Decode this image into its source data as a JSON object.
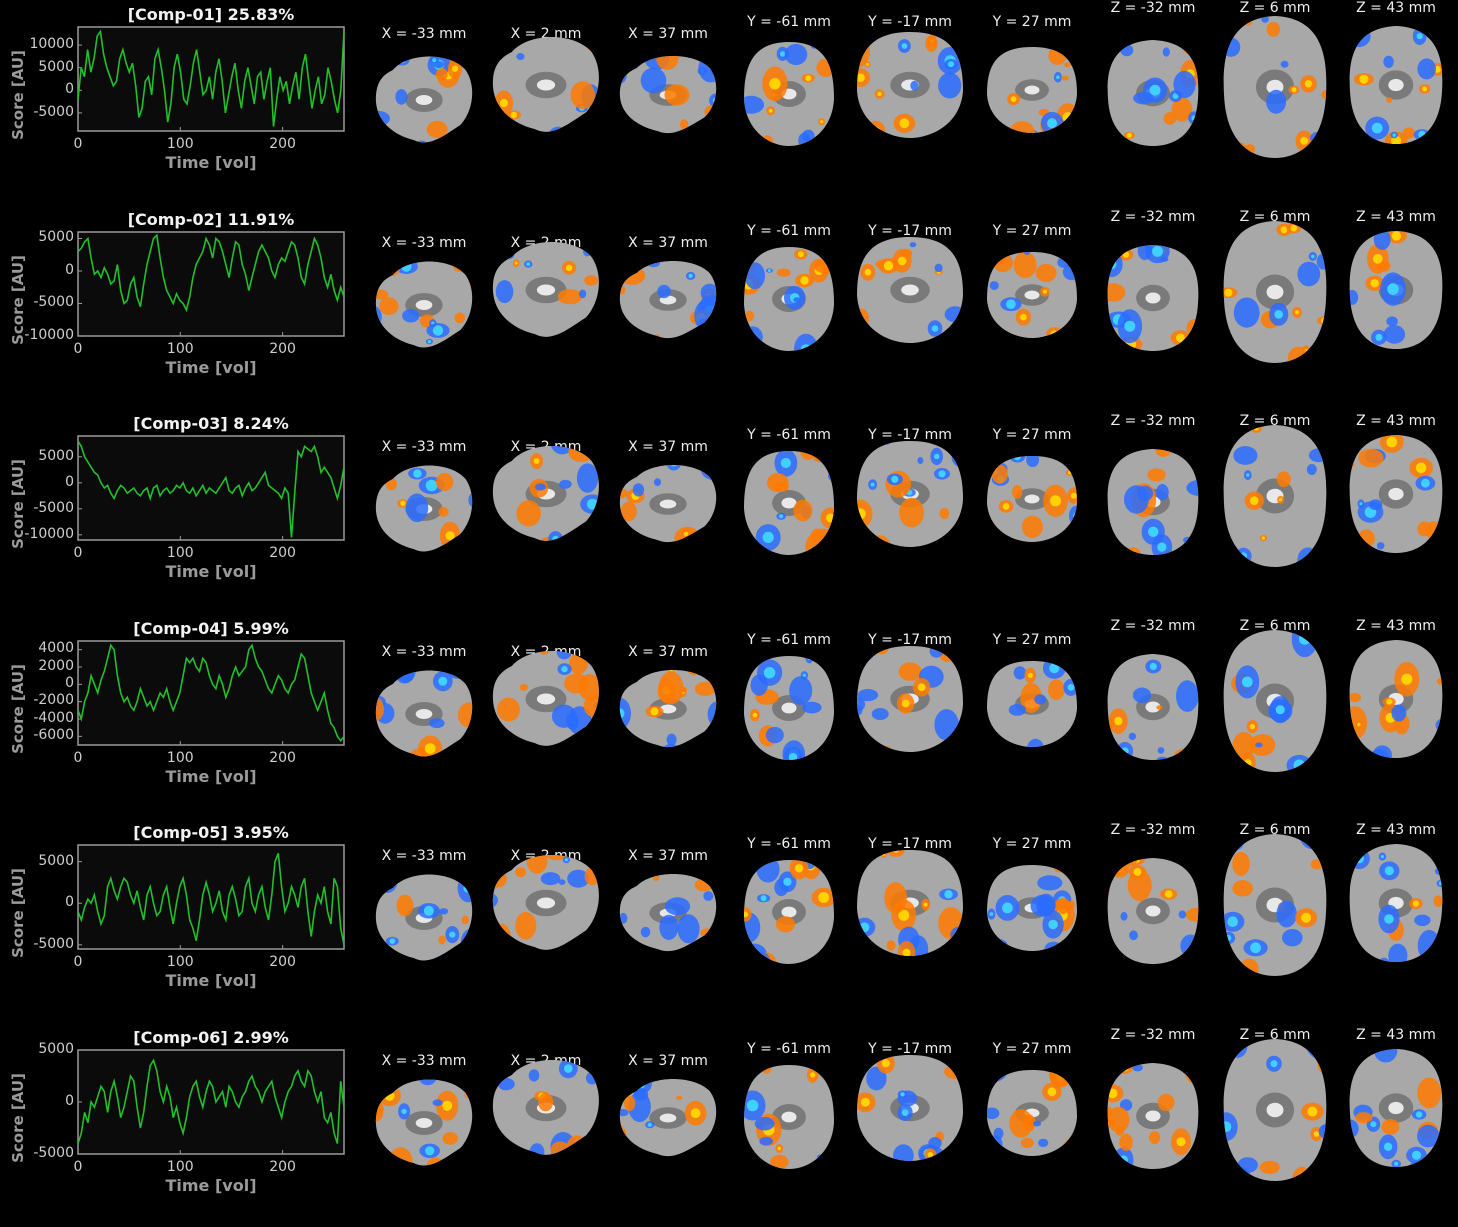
{
  "chart_data": [
    {
      "type": "line",
      "title": "[Comp-01] 25.83%",
      "xlabel": "Time [vol]",
      "ylabel": "Score [AU]",
      "xlim": [
        0,
        260
      ],
      "ylim": [
        -9000,
        14000
      ],
      "xticks": [
        0,
        100,
        200
      ],
      "yticks": [
        10000,
        5000,
        0,
        -5000
      ],
      "ytick_labels": [
        "10000",
        "5000",
        "0",
        "-5000"
      ],
      "color": "#22c02a",
      "series": [
        {
          "values": [
            -2000,
            5000,
            3000,
            9000,
            4000,
            7000,
            12000,
            13000,
            8000,
            5000,
            3000,
            1000,
            2000,
            7000,
            9000,
            6000,
            4000,
            6000,
            1000,
            -6000,
            -4000,
            2000,
            3000,
            -1000,
            7000,
            9000,
            5000,
            0,
            -7000,
            -3000,
            5000,
            8000,
            4000,
            -2000,
            -3000,
            1000,
            6000,
            9000,
            4000,
            -1000,
            0,
            3000,
            -2000,
            4000,
            7000,
            2000,
            -5000,
            -1000,
            3000,
            6000,
            0,
            -4000,
            2000,
            5000,
            1000,
            -3000,
            3000,
            4000,
            -2000,
            2000,
            5000,
            -8000,
            -2000,
            3000,
            0,
            2000,
            -3000,
            1000,
            4000,
            -2000,
            5000,
            8000,
            2000,
            -4000,
            0,
            3000,
            -3000,
            -1000,
            5000,
            2000,
            -2000,
            -5000,
            0,
            13000
          ]
        }
      ]
    },
    {
      "type": "line",
      "title": "[Comp-02] 11.91%",
      "xlabel": "Time [vol]",
      "ylabel": "Score [AU]",
      "xlim": [
        0,
        260
      ],
      "ylim": [
        -10000,
        6000
      ],
      "xticks": [
        0,
        100,
        200
      ],
      "yticks": [
        5000,
        0,
        -5000,
        -10000
      ],
      "ytick_labels": [
        "5000",
        "0",
        "-5000",
        "-10000"
      ],
      "color": "#22c02a",
      "series": [
        {
          "values": [
            3000,
            3500,
            4500,
            5000,
            2000,
            -500,
            0,
            -1000,
            500,
            -500,
            -2000,
            -1500,
            1000,
            -3000,
            -5000,
            -4500,
            -2000,
            -1000,
            -4000,
            -5500,
            -2000,
            1000,
            3000,
            5000,
            5500,
            2000,
            -1000,
            -3000,
            -4000,
            -5000,
            -3500,
            -4500,
            -5000,
            -6000,
            -4000,
            -1000,
            1000,
            2000,
            3000,
            5000,
            4000,
            2000,
            5000,
            4500,
            3000,
            1000,
            -1000,
            2000,
            4500,
            4000,
            1000,
            -500,
            -3000,
            -1000,
            1000,
            3000,
            4000,
            3000,
            2000,
            0,
            -1000,
            1000,
            2000,
            1500,
            3000,
            4500,
            4000,
            2000,
            -1000,
            -2000,
            1000,
            3000,
            5000,
            4000,
            2000,
            -1000,
            -2500,
            -500,
            -3000,
            -4500,
            -2500,
            -4000
          ]
        }
      ]
    },
    {
      "type": "line",
      "title": "[Comp-03] 8.24%",
      "xlabel": "Time [vol]",
      "ylabel": "Score [AU]",
      "xlim": [
        0,
        260
      ],
      "ylim": [
        -11000,
        9000
      ],
      "xticks": [
        0,
        100,
        200
      ],
      "yticks": [
        5000,
        0,
        -5000,
        -10000
      ],
      "ytick_labels": [
        "5000",
        "0",
        "-5000",
        "-10000"
      ],
      "color": "#22c02a",
      "series": [
        {
          "values": [
            8000,
            7000,
            5000,
            4000,
            3000,
            2000,
            1500,
            0,
            -1000,
            -500,
            -2000,
            -3000,
            -1500,
            -500,
            -1000,
            -2000,
            -1500,
            -1000,
            -2000,
            -2500,
            -1500,
            -1000,
            -3000,
            -1000,
            -500,
            -2500,
            -1500,
            -1000,
            -2000,
            -1500,
            -500,
            -1000,
            0,
            -1500,
            -2000,
            -1000,
            -2500,
            -1500,
            -500,
            -2000,
            -1000,
            -1500,
            -2000,
            -1000,
            0,
            1000,
            -1500,
            -2000,
            -1000,
            -500,
            -2500,
            -1000,
            0,
            -1500,
            -1000,
            0,
            1000,
            2000,
            -500,
            -1000,
            -1500,
            -2000,
            -3000,
            -1000,
            -2000,
            -10500,
            -2000,
            6000,
            5000,
            7000,
            6500,
            6000,
            7000,
            5000,
            2000,
            3000,
            2000,
            1000,
            -1000,
            -3000,
            -500,
            3000
          ]
        }
      ]
    },
    {
      "type": "line",
      "title": "[Comp-04] 5.99%",
      "xlabel": "Time [vol]",
      "ylabel": "Score [AU]",
      "xlim": [
        0,
        260
      ],
      "ylim": [
        -7000,
        5000
      ],
      "xticks": [
        0,
        100,
        200
      ],
      "yticks": [
        4000,
        2000,
        0,
        -2000,
        -4000,
        -6000
      ],
      "ytick_labels": [
        "4000",
        "2000",
        "0",
        "-2000",
        "-4000",
        "-6000"
      ],
      "color": "#22c02a",
      "series": [
        {
          "values": [
            -3000,
            -4000,
            -2000,
            -1000,
            1000,
            0,
            -1000,
            500,
            1500,
            3000,
            4500,
            4000,
            1000,
            -1000,
            -2000,
            -1500,
            -2500,
            -3000,
            -2000,
            -500,
            -1500,
            -2500,
            -2000,
            -3000,
            -2000,
            -1000,
            -1500,
            -500,
            -2000,
            -3000,
            -2000,
            -1000,
            1000,
            3000,
            2500,
            3000,
            2000,
            1500,
            3000,
            2500,
            1000,
            0,
            -500,
            1000,
            0,
            -1500,
            -500,
            1000,
            2000,
            1000,
            1500,
            2000,
            4000,
            4500,
            3000,
            2000,
            1500,
            500,
            -500,
            -1000,
            0,
            1000,
            500,
            -500,
            -1000,
            0,
            500,
            2000,
            3500,
            3000,
            1000,
            -1000,
            -2000,
            -3000,
            -2000,
            -1000,
            -3000,
            -4500,
            -5000,
            -6000,
            -6500,
            -6000
          ]
        }
      ]
    },
    {
      "type": "line",
      "title": "[Comp-05] 3.95%",
      "xlabel": "Time [vol]",
      "ylabel": "Score [AU]",
      "xlim": [
        0,
        260
      ],
      "ylim": [
        -5500,
        7000
      ],
      "xticks": [
        0,
        100,
        200
      ],
      "yticks": [
        5000,
        0,
        -5000
      ],
      "ytick_labels": [
        "5000",
        "0",
        "-5000"
      ],
      "color": "#22c02a",
      "series": [
        {
          "values": [
            -1000,
            -2000,
            -500,
            500,
            0,
            1000,
            -1000,
            -2500,
            -1500,
            2000,
            3000,
            1500,
            500,
            2000,
            3000,
            2500,
            1000,
            0,
            1500,
            -500,
            -2000,
            1000,
            2000,
            0,
            -1500,
            -1000,
            1000,
            2000,
            -500,
            -2500,
            0,
            2000,
            3000,
            1000,
            -2000,
            -3000,
            -4500,
            -2000,
            1000,
            2500,
            1000,
            -1000,
            0,
            1500,
            -1000,
            -2000,
            1000,
            2000,
            500,
            -1500,
            -1000,
            2000,
            3000,
            0,
            -1000,
            1000,
            2000,
            -500,
            -2000,
            1000,
            5000,
            6000,
            2000,
            -1000,
            0,
            2000,
            1000,
            -500,
            2000,
            3000,
            -1000,
            -4000,
            -1000,
            1000,
            0,
            2000,
            -1000,
            -2500,
            3000,
            2000,
            -3000,
            -5000
          ]
        }
      ]
    },
    {
      "type": "line",
      "title": "[Comp-06] 2.99%",
      "xlabel": "Time [vol]",
      "ylabel": "Score [AU]",
      "xlim": [
        0,
        260
      ],
      "ylim": [
        -5000,
        5000
      ],
      "xticks": [
        0,
        100,
        200
      ],
      "yticks": [
        5000,
        0,
        -5000
      ],
      "ytick_labels": [
        "5000",
        "0",
        "-5000"
      ],
      "color": "#22c02a",
      "series": [
        {
          "values": [
            -4000,
            -3000,
            -1000,
            -2000,
            0,
            -500,
            500,
            1500,
            1000,
            -1000,
            1000,
            2000,
            500,
            -1500,
            -500,
            1000,
            2500,
            2000,
            -500,
            -2500,
            -1000,
            1500,
            3500,
            4000,
            3000,
            1000,
            0,
            1500,
            500,
            -1500,
            -500,
            -2000,
            -3000,
            -1500,
            500,
            1500,
            2000,
            500,
            -500,
            1000,
            2000,
            1500,
            0,
            500,
            1000,
            -500,
            1500,
            1000,
            0,
            -500,
            500,
            1000,
            2000,
            2500,
            1500,
            1000,
            0,
            1000,
            1500,
            2000,
            500,
            -500,
            -1500,
            0,
            1000,
            1500,
            2500,
            3000,
            2000,
            1500,
            3000,
            2500,
            1000,
            0,
            1000,
            -1500,
            -2000,
            -1000,
            -3000,
            -4000,
            2000,
            -500
          ]
        }
      ]
    }
  ],
  "slices": {
    "sagittal": [
      "X = -33 mm",
      "X = 2 mm",
      "X = 37 mm"
    ],
    "coronal": [
      "Y = -61 mm",
      "Y = -17 mm",
      "Y = 27 mm"
    ],
    "axial": [
      "Z = -32 mm",
      "Z = 6 mm",
      "Z = 43 mm"
    ]
  },
  "colors": {
    "background": "#000000",
    "axis": "#9a9a9a",
    "trace": "#22c02a",
    "hot": "#ff7a00",
    "hot_peak": "#ffd200",
    "cold": "#2a6cff",
    "cold_peak": "#3fd0ff",
    "brain": "#a8a8a8"
  }
}
